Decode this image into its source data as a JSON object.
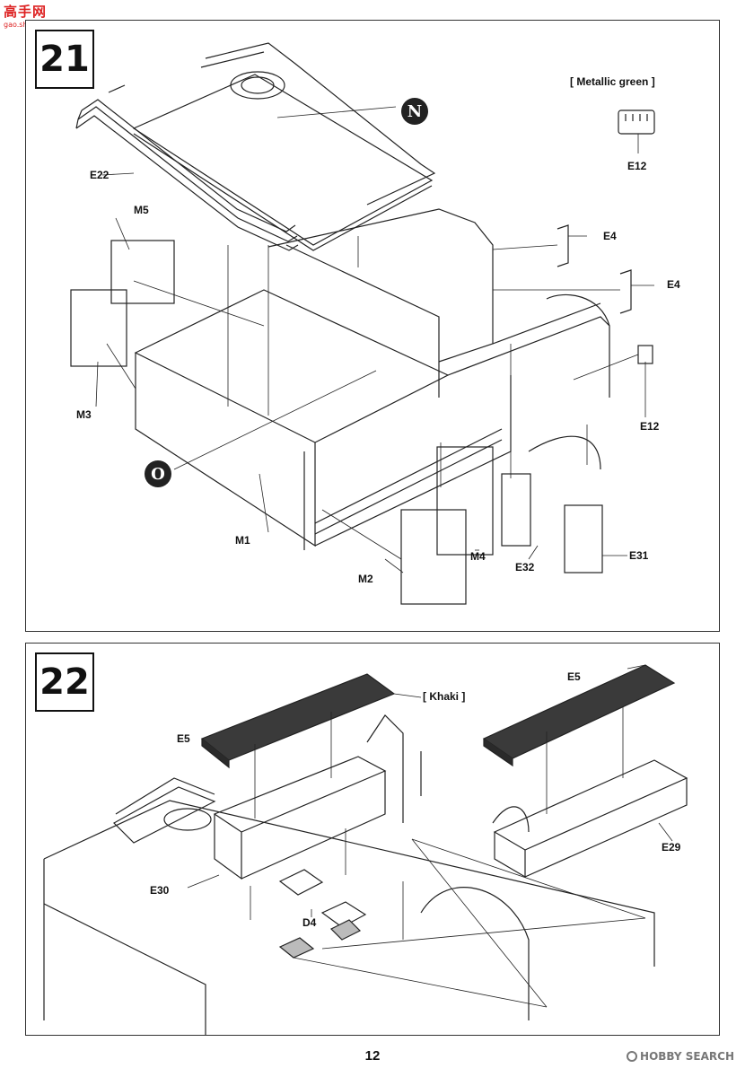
{
  "watermark": {
    "logo": "高手网",
    "url": "gao.shou.com"
  },
  "page_number": "12",
  "footer_watermark": "HOBBY SEARCH",
  "steps": [
    {
      "number": "21",
      "callouts": [
        "N",
        "O"
      ],
      "paint_note": "[ Metallic green ]",
      "parts": {
        "e22": "E22",
        "m5": "M5",
        "m3": "M3",
        "m1": "M1",
        "m2": "M2",
        "m4": "M4",
        "e32": "E32",
        "e31": "E31",
        "e12a": "E12",
        "e12b": "E12",
        "e4a": "E4",
        "e4b": "E4"
      }
    },
    {
      "number": "22",
      "paint_note": "[ Khaki ]",
      "parts": {
        "e5a": "E5",
        "e5b": "E5",
        "e30": "E30",
        "d4": "D4",
        "e29": "E29"
      }
    }
  ]
}
